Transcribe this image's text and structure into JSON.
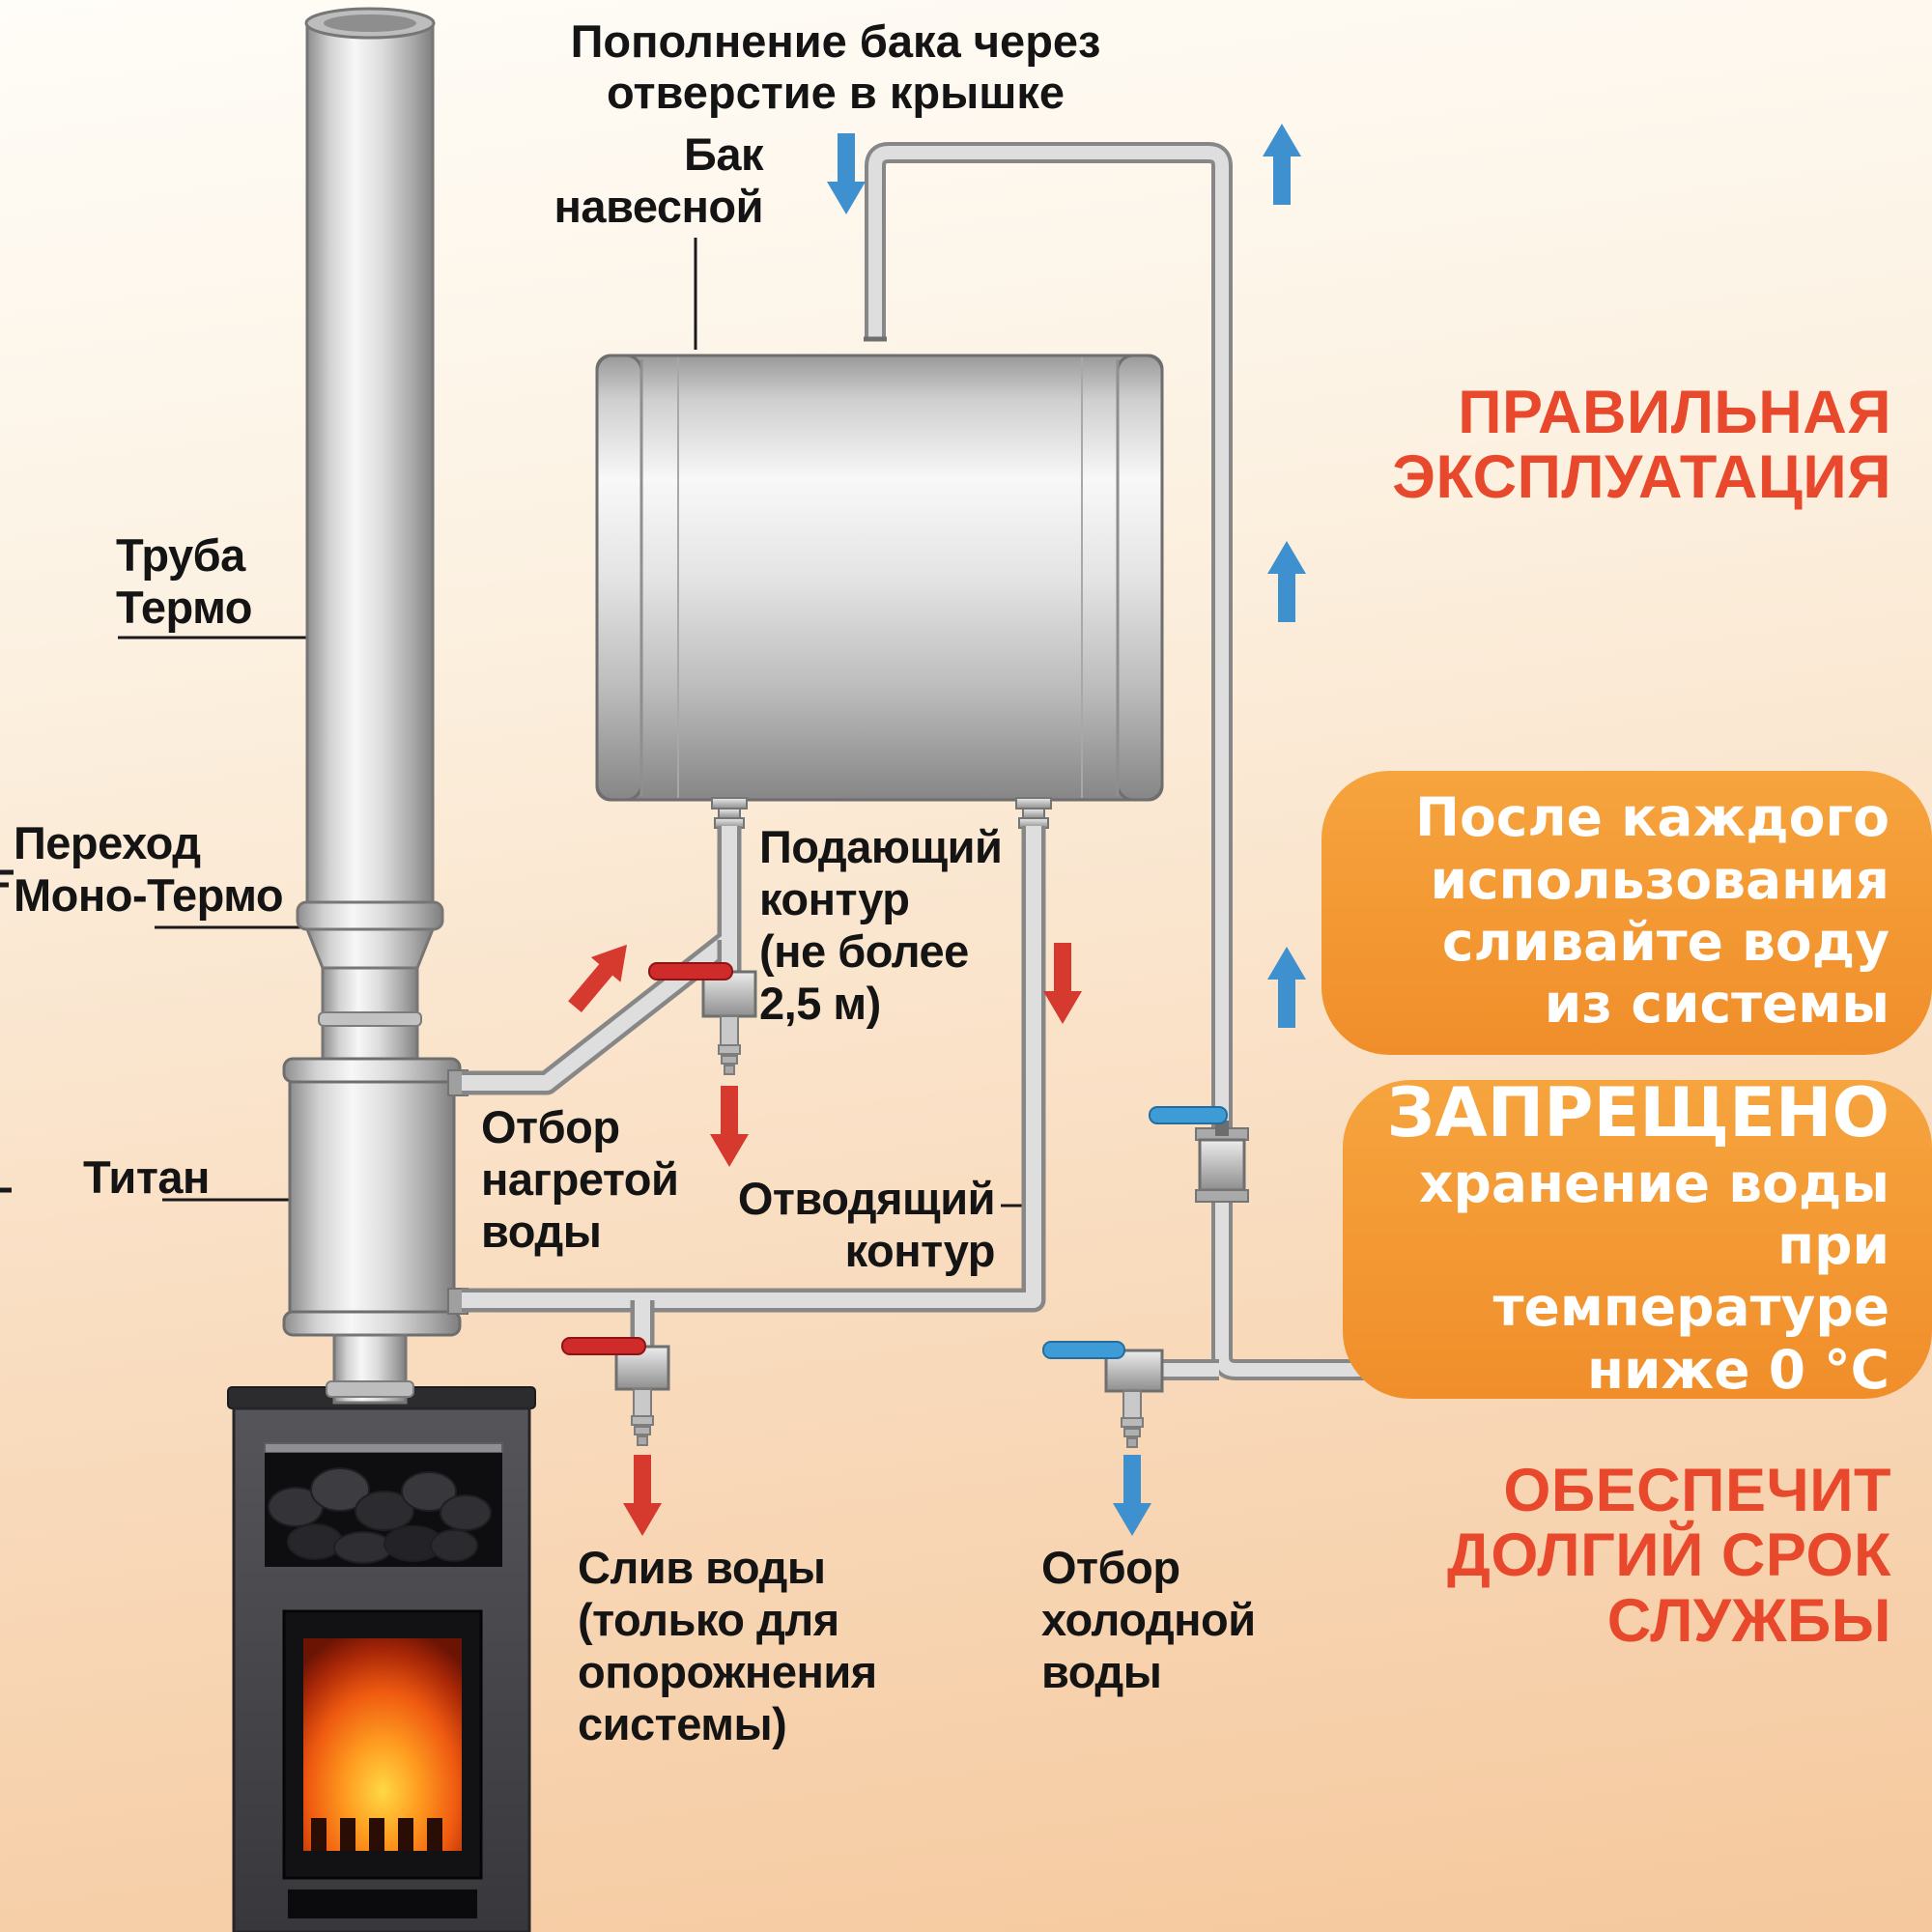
{
  "colors": {
    "accent_red": "#e8492c",
    "bubble_orange": "#f08e2a",
    "arrow_blue": "#3f90cf",
    "arrow_red": "#d6392e",
    "label_black": "#141414",
    "valve_red_handle": "#cf2b2b",
    "valve_blue_handle": "#3d9bd6"
  },
  "top_note": "Пополнение бака через\nотверстие в крышке",
  "diagram_labels": {
    "tank": "Бак\nнавесной",
    "pipe_thermo": "Труба\nТермо",
    "transition": "Переход\nМоно-Термо",
    "titan": "Титан",
    "supply_circuit": "Подающий\nконтур\n(не более\n2,5 м)",
    "hot_water_outlet": "Отбор\nнагретой\nводы",
    "return_circuit": "Отводящий\nконтур",
    "drain": "Слив воды\n(только для\nопорожнения\nсистемы)",
    "cold_water_outlet": "Отбор\nхолодной\nводы"
  },
  "right_panel": {
    "heading_top": "ПРАВИЛЬНАЯ\nЭКСПЛУАТАЦИЯ",
    "bubble_drain": "После каждого\nиспользования\nсливайте воду\nиз системы",
    "bubble_forbidden_title": "ЗАПРЕЩЕНО",
    "bubble_forbidden_text": "хранение воды\nпри температуре\nниже 0 °С",
    "heading_bottom": "ОБЕСПЕЧИТ\nДОЛГИЙ СРОК\nСЛУЖБЫ"
  }
}
